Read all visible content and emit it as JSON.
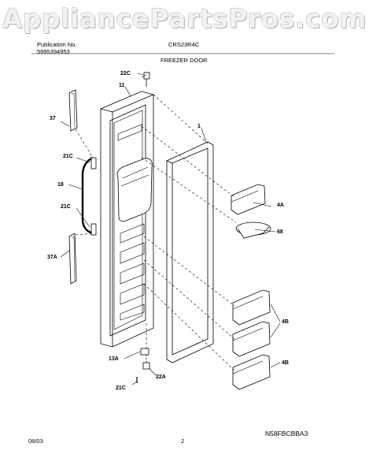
{
  "watermark": "AppliancePartsPros.com",
  "header": {
    "pub_label": "Publication No.",
    "pub_number": "5995394953",
    "model": "CRS23R4C",
    "section": "FREEZER DOOR"
  },
  "footer": {
    "date": "08/03",
    "page": "2",
    "code": "N58FBCBBA3"
  },
  "callouts": {
    "c22C_top": "22C",
    "c11": "11",
    "c37": "37",
    "c1": "1",
    "c21C_a": "21C",
    "c18": "18",
    "c21C_b": "21C",
    "c4A": "4A",
    "c68": "68",
    "c37A": "37A",
    "c4B_a": "4B",
    "c13A": "13A",
    "c22A": "22A",
    "c4B_b": "4B",
    "c21C_c": "21C"
  }
}
